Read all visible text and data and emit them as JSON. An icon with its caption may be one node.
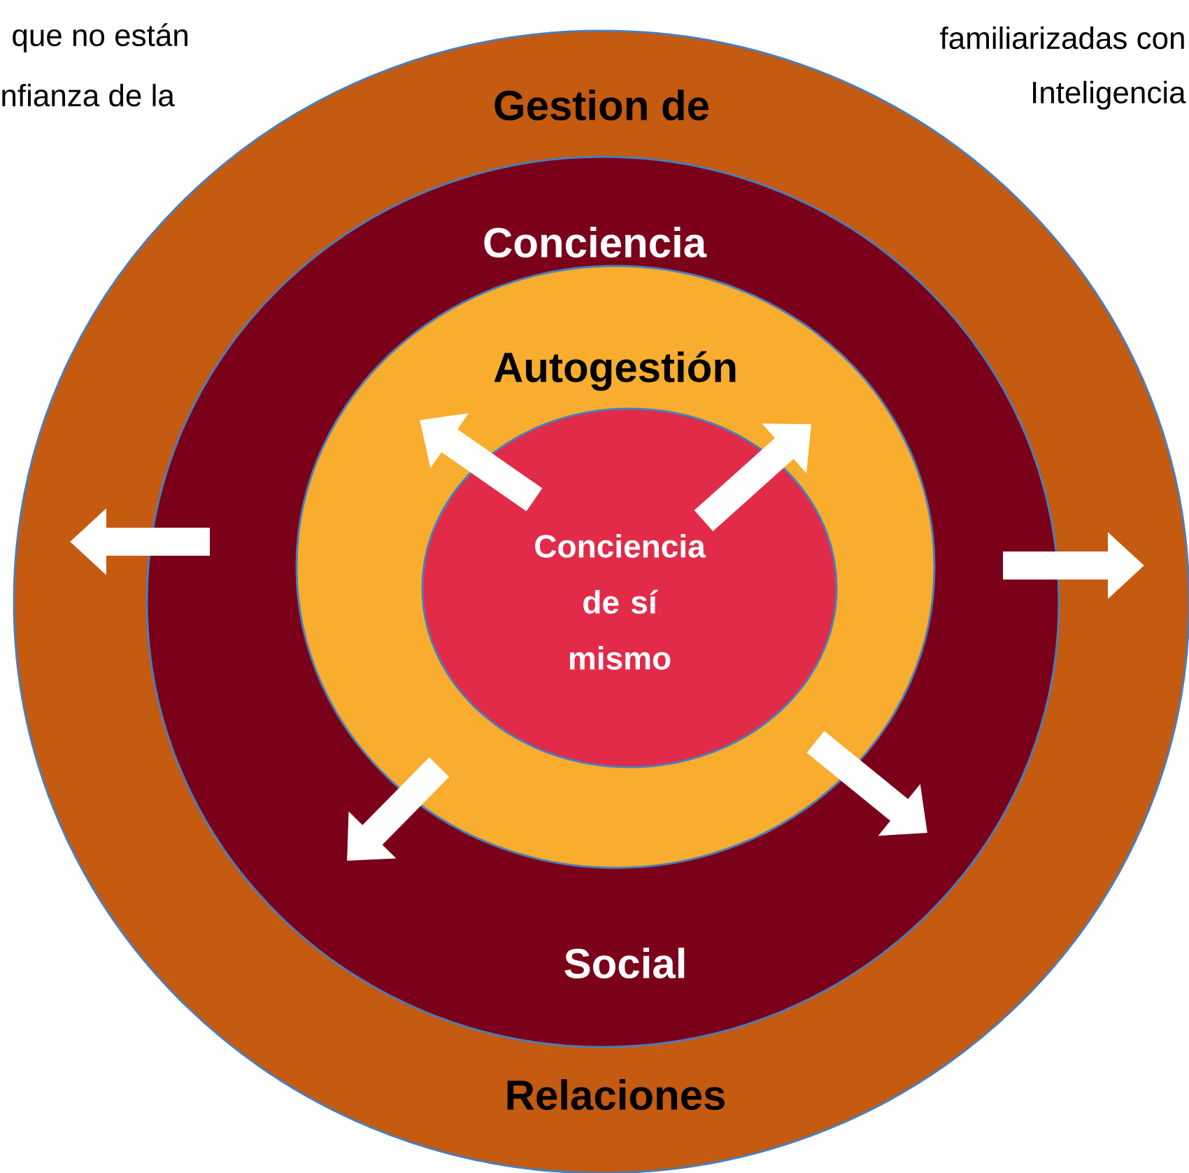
{
  "diagram": {
    "nodes": [
      {
        "text": [
          "Gestion de",
          "Relaciones"
        ]
      },
      {
        "text": [
          "Conciencia",
          "Social"
        ],
        "in": 0
      },
      {
        "text": [
          "Autogestión"
        ],
        "in": 1
      },
      {
        "text": [
          "Conciencia de sí mismo"
        ],
        "in": 2
      }
    ],
    "labels": [
      "que no están",
      "familiarizadas con",
      "nfianza de la",
      "Inteligencia"
    ]
  }
}
